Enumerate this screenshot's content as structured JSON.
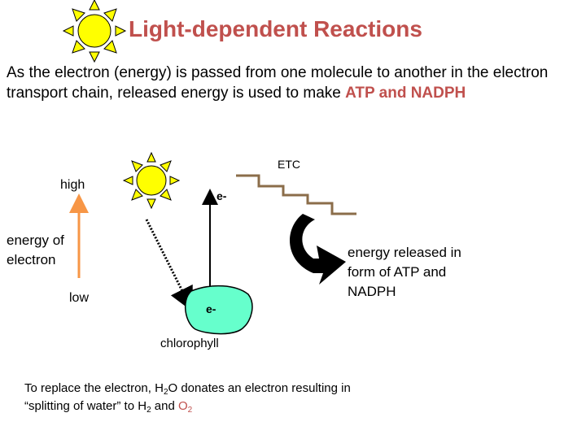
{
  "title": "Light-dependent Reactions",
  "intro": {
    "text": "As the electron (energy) is passed from one molecule to another in the electron transport chain, released energy is used to make ",
    "highlight": "ATP and NADPH"
  },
  "diagram": {
    "etc_label": "ETC",
    "high_label": "high",
    "low_label": "low",
    "energy_axis_label": "energy of electron",
    "electron_top": "e-",
    "electron_bottom": "e-",
    "energy_released_label": "energy released in form of ATP and NADPH",
    "chlorophyll_label": "chlorophyll"
  },
  "footer": {
    "part1": "To replace the electron, H",
    "sub1": "2",
    "part2": "O donates an electron resulting in “splitting of water” to H",
    "sub2": "2",
    "part3": " and ",
    "o2": "O",
    "sub3": "2"
  },
  "colors": {
    "title": "#c0504d",
    "highlight": "#c0504d",
    "arrow_orange": "#f79646",
    "etc_steps": "#8b6d4a",
    "chlorophyll_fill": "#66ffcc",
    "sun_fill": "#ffff00"
  }
}
